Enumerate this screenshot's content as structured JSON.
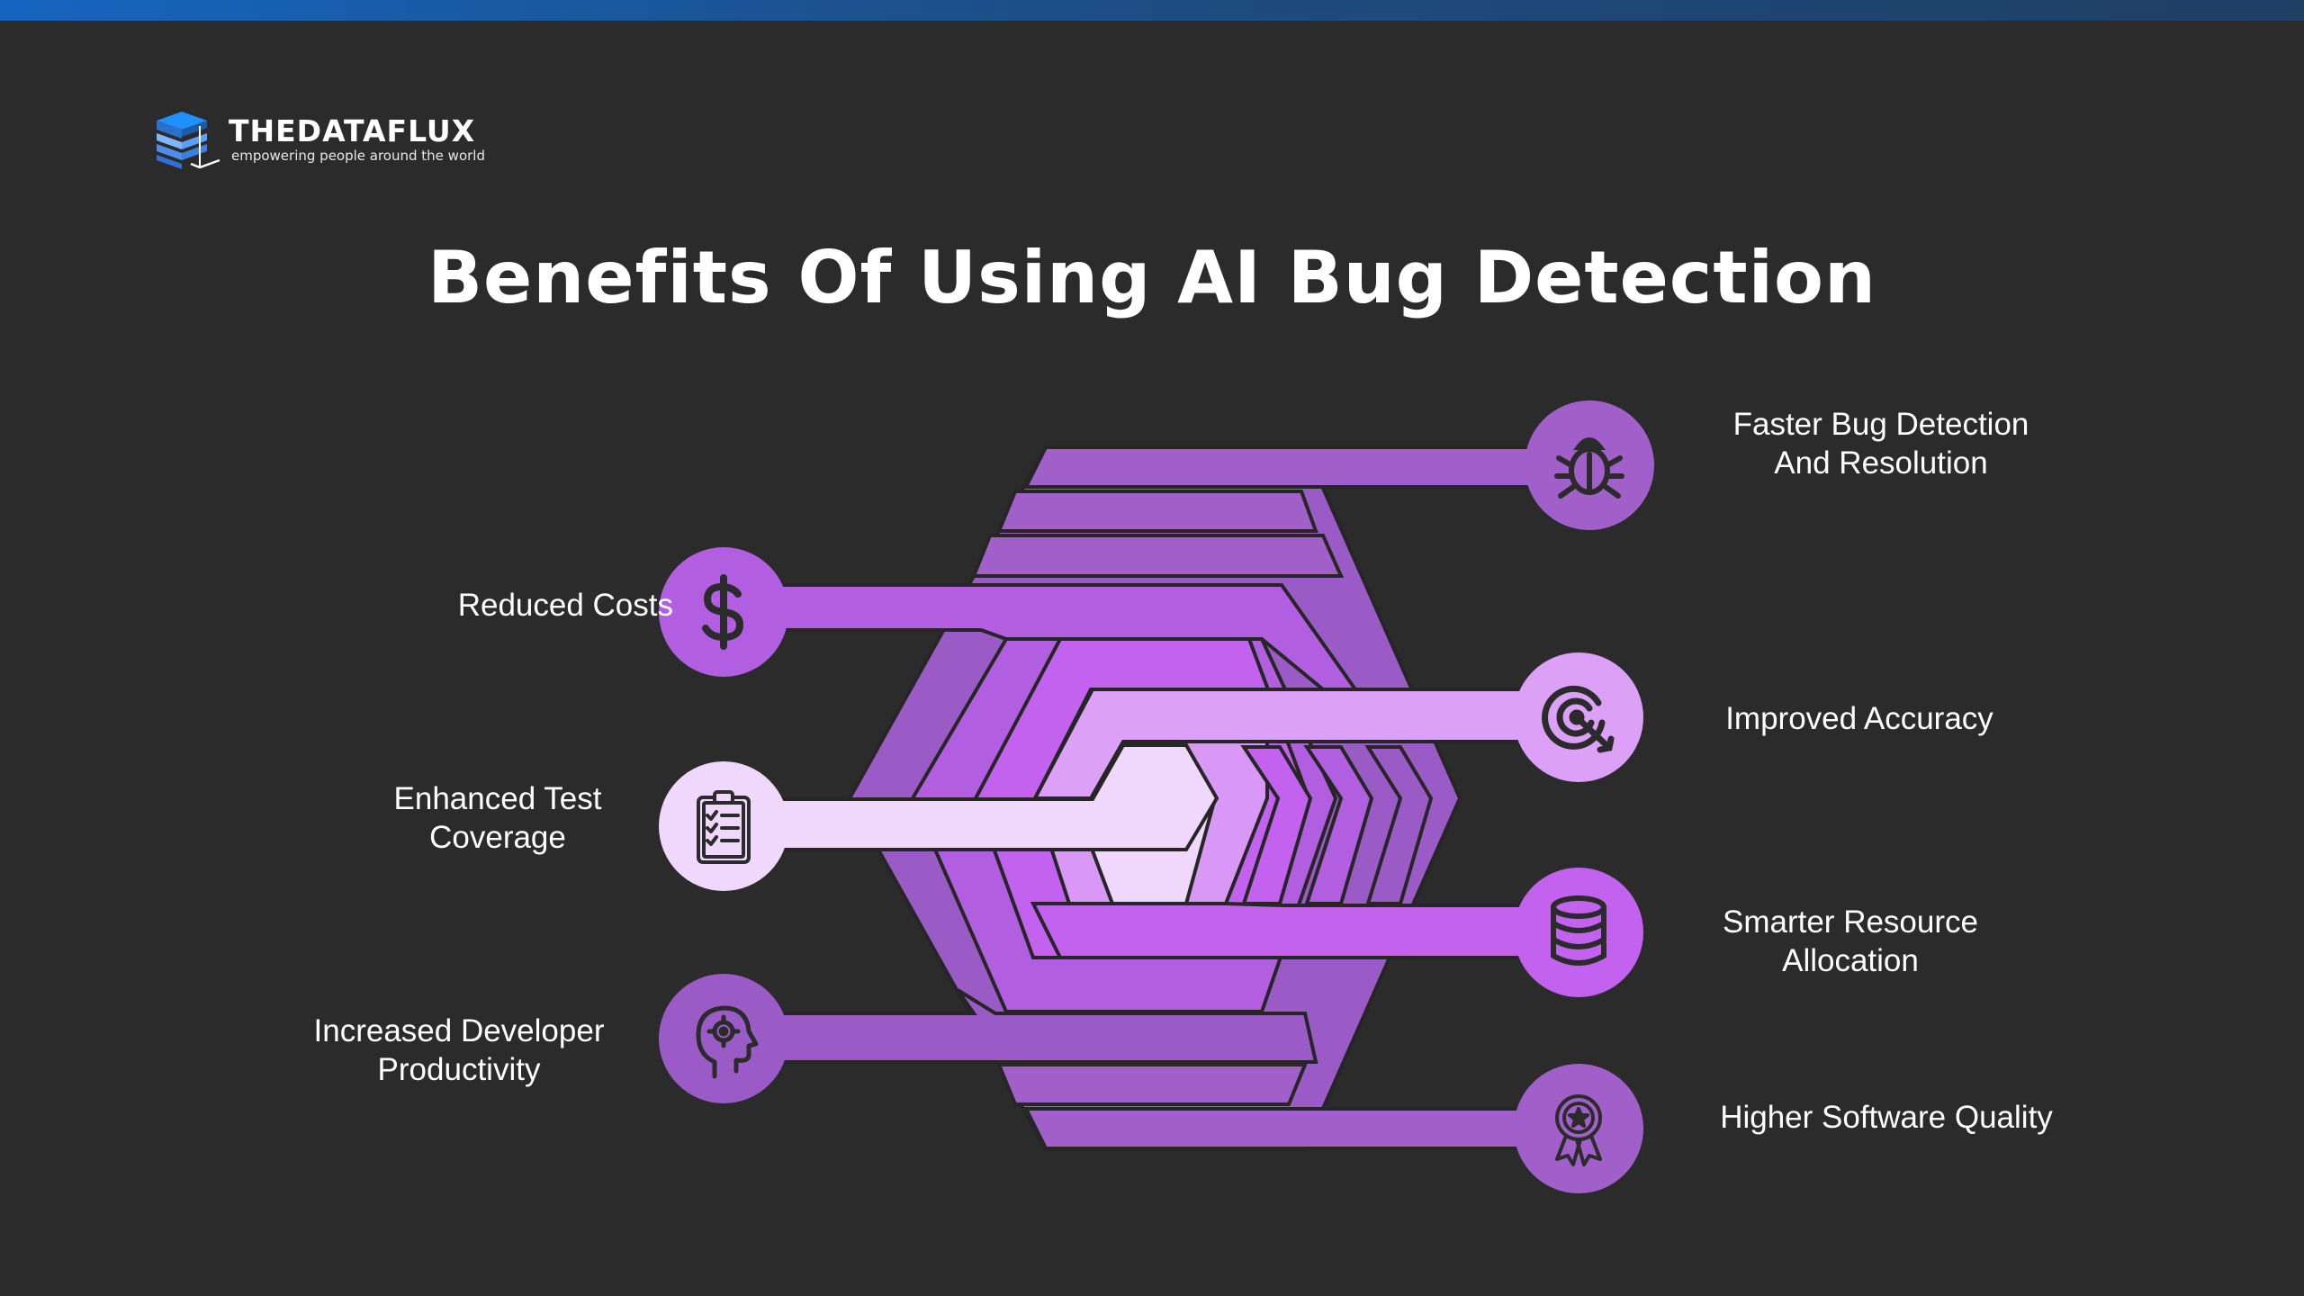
{
  "brand": {
    "name": "THEDATAFLUX",
    "tagline": "empowering people around the world"
  },
  "title": "Benefits Of Using AI Bug Detection",
  "colors": {
    "background": "#2b2b2c",
    "top_bar": "#1565c0",
    "hex_outer": "#9b5bc6",
    "hex_ring_2": "#b25ee0",
    "hex_ring_3": "#c262ef",
    "hex_ring_4": "#d998f5",
    "hex_core": "#efd8fb"
  },
  "benefits": {
    "left": [
      {
        "lines": [
          "Reduced Costs"
        ],
        "icon": "dollar-sign-icon"
      },
      {
        "lines": [
          "Enhanced Test",
          "Coverage"
        ],
        "icon": "clipboard-checklist-icon"
      },
      {
        "lines": [
          "Increased Developer",
          "Productivity"
        ],
        "icon": "head-gear-icon"
      }
    ],
    "right": [
      {
        "lines": [
          "Faster Bug Detection",
          "And Resolution"
        ],
        "icon": "bug-icon"
      },
      {
        "lines": [
          "Improved Accuracy"
        ],
        "icon": "target-arrow-icon"
      },
      {
        "lines": [
          "Smarter Resource",
          "Allocation"
        ],
        "icon": "database-icon"
      },
      {
        "lines": [
          "Higher Software Quality"
        ],
        "icon": "award-ribbon-icon"
      }
    ]
  }
}
